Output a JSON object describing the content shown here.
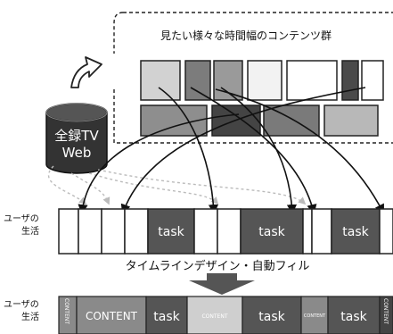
{
  "collection_label": "見たい様々な時間幅のコンテンツ群",
  "db_label_line1": "全録TV",
  "db_label_line2": "Web",
  "user_life_line1": "ユーザの",
  "user_life_line2": "生活",
  "timeline_before": {
    "task_labels": [
      "task",
      "task",
      "task"
    ]
  },
  "process_label": "タイムラインデザイン・自動フィル",
  "timeline_after": {
    "labels": [
      "CONTENT",
      "CONTENT",
      "task",
      "CONTENT",
      "task",
      "CONTENT",
      "task",
      "CONTENT"
    ]
  },
  "colors": {
    "task_dark": "#555555",
    "content_gray": "#8a8a8a",
    "content_light": "#cfcfcf",
    "content_dark": "#444444",
    "arrow_big": "#555555"
  }
}
